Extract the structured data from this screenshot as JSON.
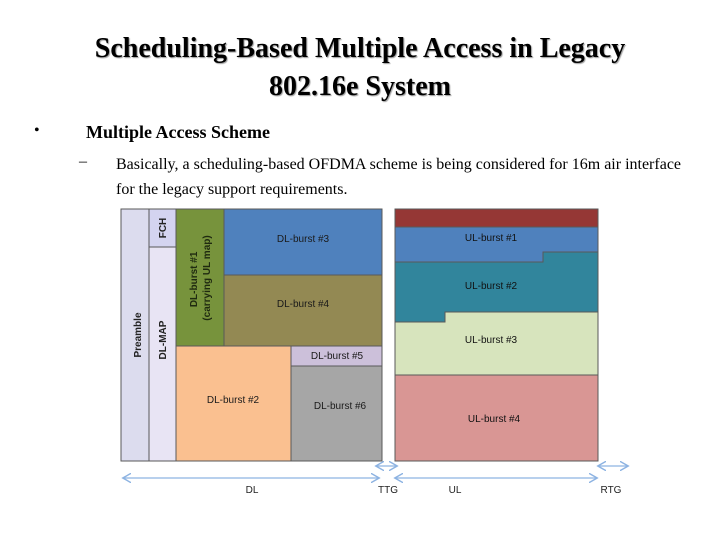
{
  "slide": {
    "title_line1": "Scheduling-Based Multiple Access in Legacy",
    "title_line2": "802.16e System",
    "bullet": "•",
    "bullet_heading": "Multiple Access Scheme",
    "sub_bullet": "–",
    "sub_text": "Basically, a scheduling-based OFDMA scheme is being considered for 16m air interface for the legacy support requirements."
  },
  "diagram": {
    "downlink": {
      "preamble": "Preamble",
      "fch": "FCH",
      "dl_map": "DL-MAP",
      "dl_burst_1_line1": "DL-burst #1",
      "dl_burst_1_line2": "(carrying UL map)",
      "dl_burst_2": "DL-burst #2",
      "dl_burst_3": "DL-burst #3",
      "dl_burst_4": "DL-burst #4",
      "dl_burst_5": "DL-burst #5",
      "dl_burst_6": "DL-burst #6"
    },
    "uplink": {
      "ul_burst_1": "UL-burst #1",
      "ul_burst_2": "UL-burst #2",
      "ul_burst_3": "UL-burst #3",
      "ul_burst_4": "UL-burst #4"
    },
    "axis": {
      "dl": "DL",
      "ttg": "TTG",
      "ul": "UL",
      "rtg": "RTG"
    },
    "colors": {
      "preamble": "#dcdcee",
      "fch": "#d4d4f0",
      "dl_map": "#e8e4f4",
      "dl_burst_1": "#77933c",
      "dl_burst_2": "#fac090",
      "dl_burst_3": "#4f81bd",
      "dl_burst_4": "#938953",
      "dl_burst_5": "#ccc0da",
      "dl_burst_6": "#a6a6a6",
      "ul_top": "#953735",
      "ul_burst_1": "#4f81bd",
      "ul_burst_2": "#31859c",
      "ul_burst_3": "#d7e4bd",
      "ul_burst_4": "#d99694",
      "arrow": "#8db3e2"
    }
  }
}
